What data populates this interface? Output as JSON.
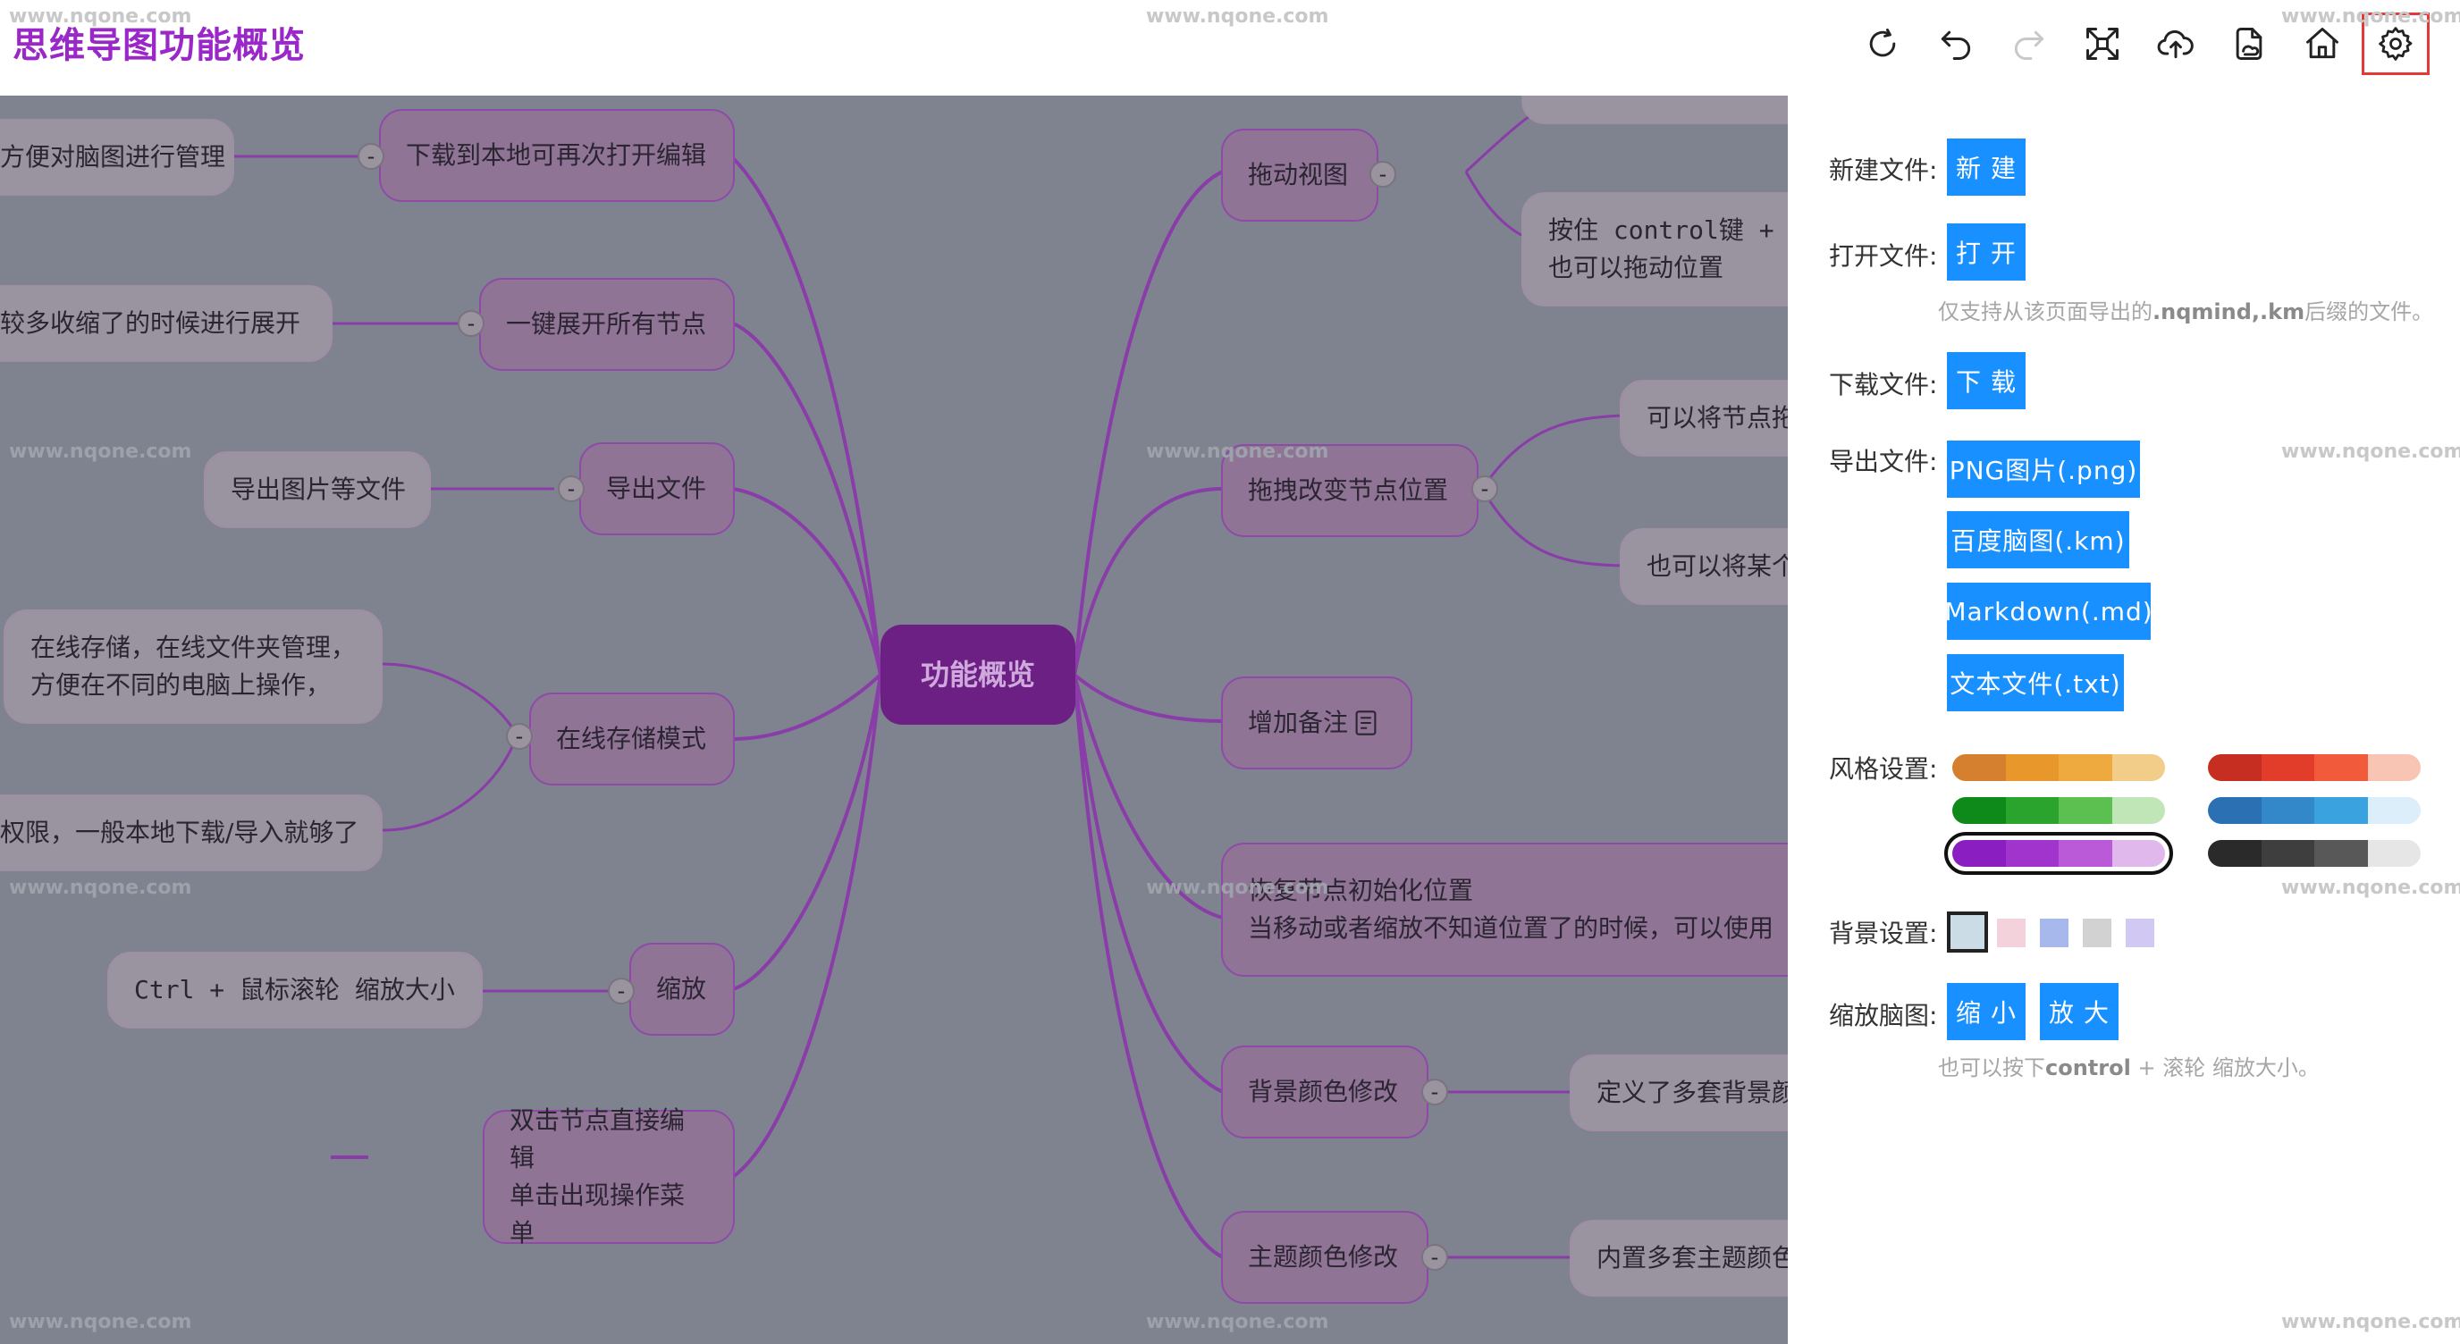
{
  "app": {
    "title": "思维导图功能概览"
  },
  "watermark": "www.nqone.com",
  "toolbar": [
    {
      "name": "refresh-icon"
    },
    {
      "name": "undo-icon"
    },
    {
      "name": "redo-icon"
    },
    {
      "name": "fit-view-icon"
    },
    {
      "name": "upload-icon"
    },
    {
      "name": "file-icon"
    },
    {
      "name": "home-icon"
    },
    {
      "name": "settings-icon",
      "active": true
    }
  ],
  "mindmap": {
    "root": "功能概览",
    "left": {
      "download": "下载到本地可再次打开编辑",
      "download_detail": "方便对脑图进行管理",
      "expand": "一键展开所有节点",
      "expand_detail": "较多收缩了的时候进行展开",
      "export": "导出文件",
      "export_detail": "导出图片等文件",
      "online": "在线存储模式",
      "online_detail_1a": "在线存储，在线文件夹管理，",
      "online_detail_1b": "方便在不同的电脑上操作，",
      "online_detail_2": "权限，一般本地下载/导入就够了",
      "zoom": "缩放",
      "zoom_detail": "Ctrl + 鼠标滚轮 缩放大小",
      "dblclick_a": "双击节点直接编辑",
      "dblclick_b": "单击出现操作菜单"
    },
    "right": {
      "drag_view": "拖动视图",
      "drag_view_detail_a": "按住 control键 +",
      "drag_view_detail_b": "也可以拖动位置",
      "drag_node": "拖拽改变节点位置",
      "drag_node_detail_1": "可以将节点拖",
      "drag_node_detail_2": "也可以将某个",
      "note": "增加备注",
      "reset_a": "恢复节点初始化位置",
      "reset_b": "当移动或者缩放不知道位置了的时候，可以使用",
      "bg_color": "背景颜色修改",
      "bg_color_detail": "定义了多套背景颜",
      "theme_color": "主题颜色修改",
      "theme_color_detail": "内置多套主题颜色"
    }
  },
  "settings": {
    "new_file": {
      "label": "新建文件:",
      "button": "新 建"
    },
    "open_file": {
      "label": "打开文件:",
      "button": "打 开"
    },
    "open_hint_pre": "仅支持从该页面导出的",
    "open_hint_ext": ".nqmind,.km",
    "open_hint_post": "后缀的文件。",
    "download": {
      "label": "下载文件:",
      "button": "下 载"
    },
    "export": {
      "label": "导出文件:",
      "buttons": [
        "PNG图片(.png)",
        "百度脑图(.km)",
        "Markdown(.md)",
        "文本文件(.txt)"
      ]
    },
    "style": {
      "label": "风格设置:",
      "palettes": [
        [
          "#d4802e",
          "#e8972a",
          "#eeaa3e",
          "#f2cd8a"
        ],
        [
          "#c62e22",
          "#e23c2a",
          "#f25a3c",
          "#f8c4b4"
        ],
        [
          "#0e8a1a",
          "#2ba42e",
          "#5cc050",
          "#c0e6b8"
        ],
        [
          "#2c70b4",
          "#3288c8",
          "#3aa2de",
          "#dceefa"
        ],
        [
          "#8a1ec0",
          "#a034cc",
          "#bb5ad8",
          "#e0b8ec"
        ],
        [
          "#2a2a2a",
          "#3e3e3e",
          "#585858",
          "#e6e6e6"
        ]
      ],
      "selected": 4
    },
    "background": {
      "label": "背景设置:",
      "swatches": [
        "#ccdce6",
        "#f4d2dc",
        "#a6b8ec",
        "#d2d2d2",
        "#d2c8f4"
      ],
      "selected": 0
    },
    "zoom": {
      "label": "缩放脑图:",
      "zoom_out": "缩 小",
      "zoom_in": "放 大",
      "hint_pre": "也可以按下",
      "hint_key": "control",
      "hint_post": " + 滚轮 缩放大小。"
    }
  }
}
